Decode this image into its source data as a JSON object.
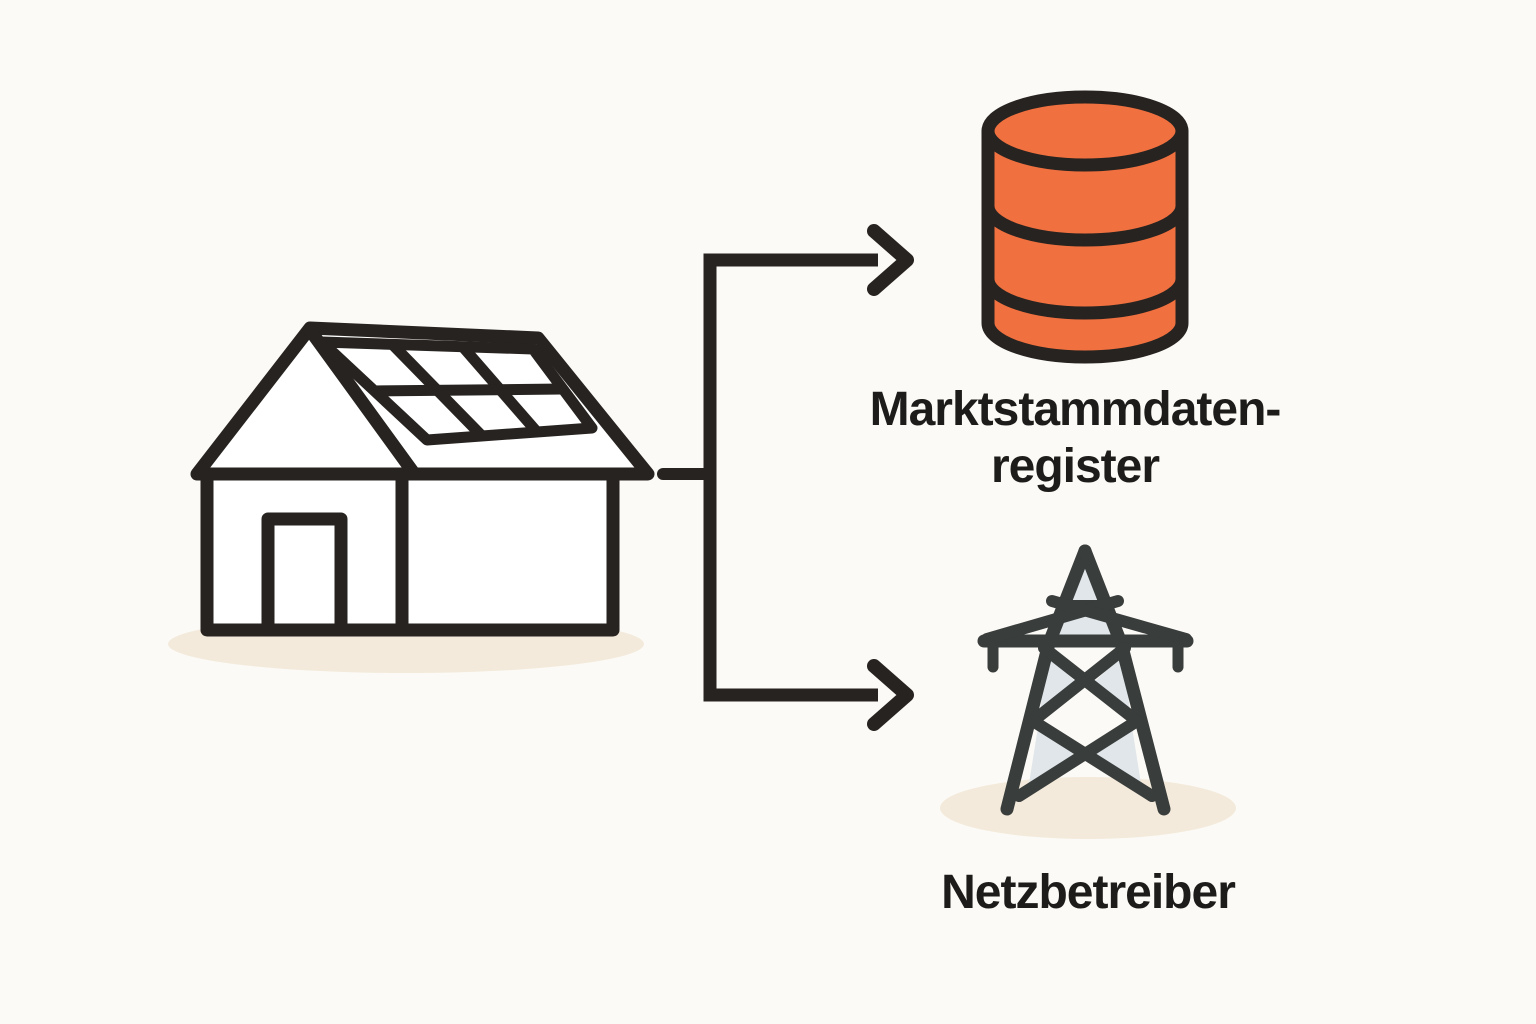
{
  "diagram": {
    "description": "Flow diagram: a house with rooftop solar panels reports to the Marktstammdatenregister (database) and to the Netzbetreiber (power grid operator), shown with two branching arrows.",
    "nodes": [
      {
        "id": "solar-house",
        "icon": "solar-house-icon",
        "label": ""
      },
      {
        "id": "marktstammdatenregister",
        "icon": "database-icon",
        "label_line1": "Marktstammdaten-",
        "label_line2": "register"
      },
      {
        "id": "netzbetreiber",
        "icon": "power-pylon-icon",
        "label": "Netzbetreiber"
      }
    ],
    "edges": [
      {
        "from": "solar-house",
        "to": "marktstammdatenregister",
        "style": "elbow-arrow"
      },
      {
        "from": "solar-house",
        "to": "netzbetreiber",
        "style": "elbow-arrow"
      }
    ]
  },
  "colors": {
    "bg": "#FBFAF6",
    "ink": "#272320",
    "text": "#1D1C1A",
    "accent-orange": "#F0703F",
    "shadow-beige": "#F3EADB",
    "pylon-ink": "#393D3C",
    "pylon-fill": "#E0E6E9",
    "icon-fill": "#FFFFFF"
  }
}
